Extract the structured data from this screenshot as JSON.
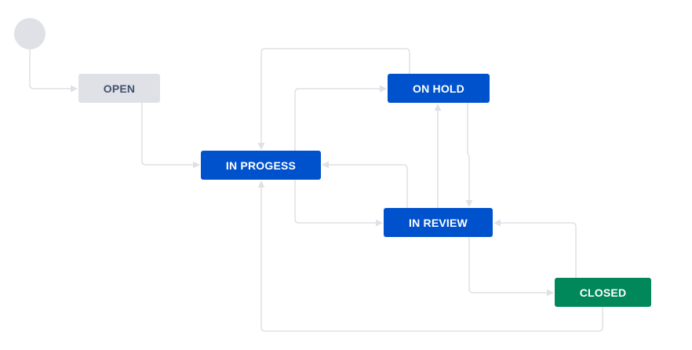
{
  "workflow": {
    "statuses": {
      "open": "OPEN",
      "in_progress": "IN PROGESS",
      "on_hold": "ON HOLD",
      "in_review": "IN REVIEW",
      "closed": "CLOSED"
    },
    "colors": {
      "todo": "#dfe1e6",
      "todo_text": "#42526e",
      "in_progress": "#0052cc",
      "done": "#00875a",
      "connector": "#dfe1e6"
    },
    "transitions": [
      {
        "from": "start",
        "to": "OPEN"
      },
      {
        "from": "OPEN",
        "to": "IN PROGESS"
      },
      {
        "from": "ON HOLD",
        "to": "IN PROGESS"
      },
      {
        "from": "IN PROGESS",
        "to": "ON HOLD"
      },
      {
        "from": "IN REVIEW",
        "to": "IN PROGESS"
      },
      {
        "from": "IN PROGESS",
        "to": "IN REVIEW"
      },
      {
        "from": "IN REVIEW",
        "to": "ON HOLD"
      },
      {
        "from": "ON HOLD",
        "to": "IN REVIEW"
      },
      {
        "from": "IN REVIEW",
        "to": "CLOSED"
      },
      {
        "from": "CLOSED",
        "to": "IN REVIEW"
      },
      {
        "from": "CLOSED",
        "to": "IN PROGESS"
      }
    ]
  }
}
